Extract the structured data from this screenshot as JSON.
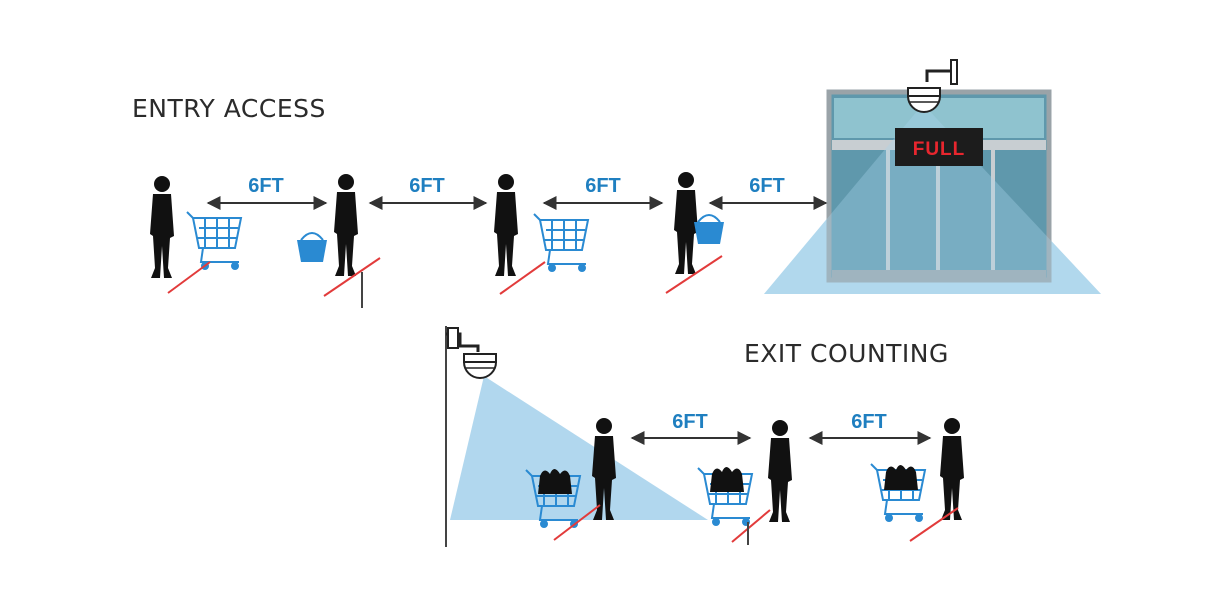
{
  "titles": {
    "entry": "ENTRY ACCESS",
    "exit": "EXIT COUNTING"
  },
  "sign": {
    "text": "FULL"
  },
  "entry_distances": [
    "6FT",
    "6FT",
    "6FT",
    "6FT"
  ],
  "exit_distances": [
    "6FT",
    "6FT"
  ],
  "colors": {
    "distance_text": "#1f7fc0",
    "coverage": "#a9d3ec",
    "sign_text": "#e8262e",
    "floor_marker": "#e23b3b",
    "silhouette": "#111111",
    "cart": "#2a8ad2"
  }
}
